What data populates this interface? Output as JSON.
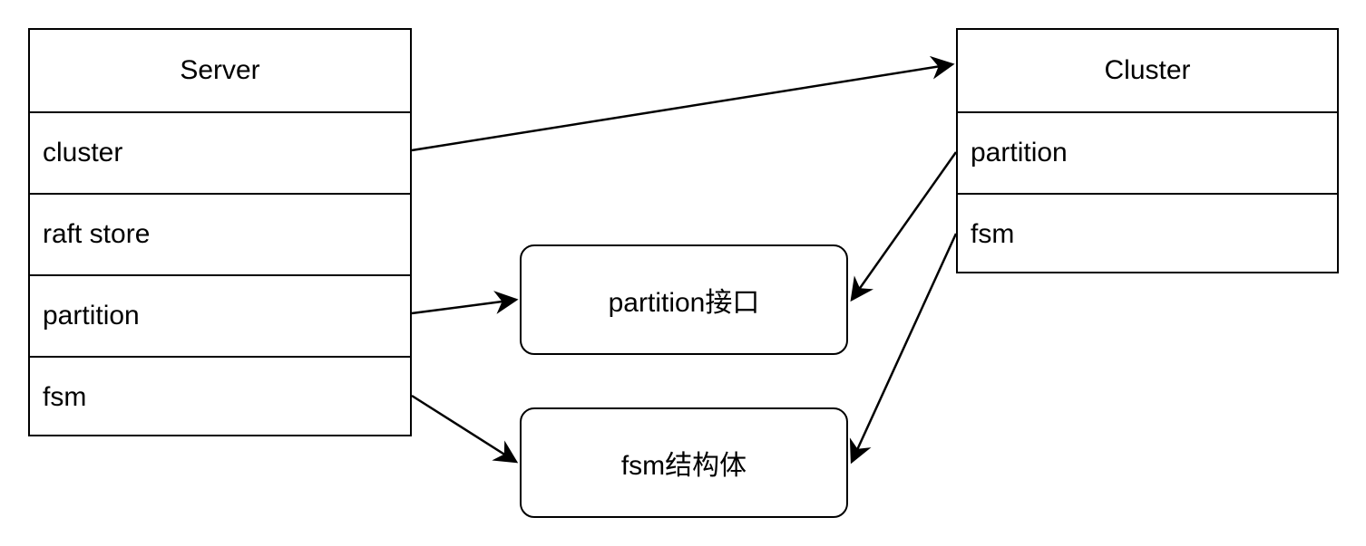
{
  "server": {
    "title": "Server",
    "fields": [
      "cluster",
      "raft store",
      "partition",
      "fsm"
    ]
  },
  "cluster": {
    "title": "Cluster",
    "fields": [
      "partition",
      "fsm"
    ]
  },
  "nodes": {
    "partition_interface": "partition接口",
    "fsm_struct": "fsm结构体"
  },
  "edges": [
    {
      "from": "server.cluster",
      "to": "cluster"
    },
    {
      "from": "server.partition",
      "to": "partition_interface"
    },
    {
      "from": "server.fsm",
      "to": "fsm_struct"
    },
    {
      "from": "cluster.partition",
      "to": "partition_interface"
    },
    {
      "from": "cluster.fsm",
      "to": "fsm_struct"
    }
  ],
  "colors": {
    "stroke": "#000000",
    "background": "#ffffff"
  }
}
